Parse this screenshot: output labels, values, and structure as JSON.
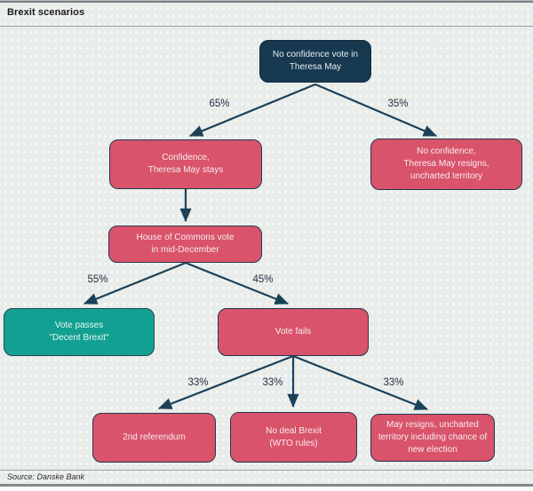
{
  "header": {
    "title": "Brexit scenarios"
  },
  "footer": {
    "source": "Source: Danske Bank"
  },
  "colors": {
    "node_red": "#d9536a",
    "node_dark": "#17394f",
    "node_green": "#12a092",
    "connector": "#1b4158",
    "background": "#e8eceb"
  },
  "tree": {
    "root": "No confidence vote in\nTheresa May",
    "confidence": "Confidence,\nTheresa May stays",
    "no_confidence": "No confidence,\nTheresa May resigns,\nuncharted territory",
    "commons_vote": "House of Commons vote\nin mid-December",
    "vote_passes": "Vote passes\n\"Decent Brexit\"",
    "vote_fails": "Vote fails",
    "second_referendum": "2nd referendum",
    "no_deal": "No deal Brexit\n(WTO rules)",
    "may_resigns": "May resigns, uncharted\nterritory including chance of\nnew election"
  },
  "edges": {
    "confidence": "65%",
    "no_confidence": "35%",
    "vote_passes": "55%",
    "vote_fails": "45%",
    "second_referendum": "33%",
    "no_deal": "33%",
    "may_resigns": "33%"
  }
}
